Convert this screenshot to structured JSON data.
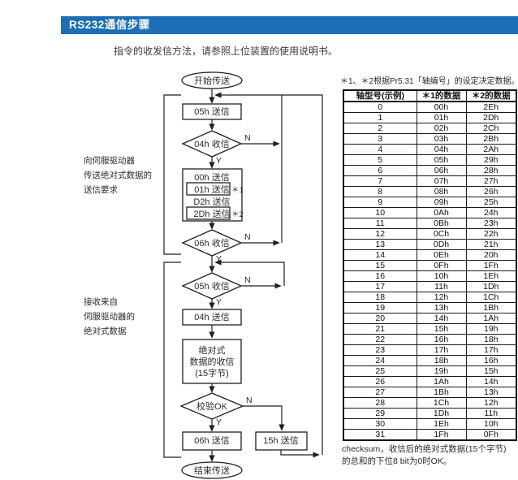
{
  "header": {
    "title": "RS232通信步骤",
    "subtitle": "指令的收发信方法，请参照上位装置的使用说明书。"
  },
  "colors": {
    "accent_blue": "#1c6fb5",
    "line_black": "#1f1f1f"
  },
  "flowchart": {
    "start": "开始传送",
    "send_05h": "05h 送信",
    "recv_04h": "04h 收信",
    "cmd_line1": "00h 送信",
    "cmd_line2": "01h 送信",
    "cmd_line2_note": "＊1",
    "cmd_line3": "D2h 送信",
    "cmd_line4": "2Dh 送信",
    "cmd_line4_note": "＊2",
    "recv_06h": "06h 收信",
    "recv_05h": "05h 收信",
    "send_04h": "04h 送信",
    "recv_data_line1": "绝对式",
    "recv_data_line2": "数据的收信",
    "recv_data_line3": "(15字节)",
    "check_ok": "校验OK",
    "send_06h": "06h 送信",
    "send_15h": "15h 送信",
    "end": "结束传送",
    "label_no": "N",
    "label_yes": "Y",
    "section1_label": [
      "向伺服驱动器",
      "传送绝对式数据的",
      "送信要求"
    ],
    "section2_label": [
      "接收来自",
      "伺服驱动器的",
      "绝对式数据"
    ]
  },
  "table": {
    "note": "＊1、＊2根据Pr5.31「轴编号」的设定决定数据。",
    "headers": [
      "轴型号(示例)",
      "＊1的数据",
      "＊2的数据"
    ],
    "rows": [
      [
        "0",
        "00h",
        "2Eh"
      ],
      [
        "1",
        "01h",
        "2Dh"
      ],
      [
        "2",
        "02h",
        "2Ch"
      ],
      [
        "3",
        "03h",
        "2Bh"
      ],
      [
        "4",
        "04h",
        "2Ah"
      ],
      [
        "5",
        "05h",
        "29h"
      ],
      [
        "6",
        "06h",
        "28h"
      ],
      [
        "7",
        "07h",
        "27h"
      ],
      [
        "8",
        "08h",
        "26h"
      ],
      [
        "9",
        "09h",
        "25h"
      ],
      [
        "10",
        "0Ah",
        "24h"
      ],
      [
        "11",
        "0Bh",
        "23h"
      ],
      [
        "12",
        "0Ch",
        "22h"
      ],
      [
        "13",
        "0Dh",
        "21h"
      ],
      [
        "14",
        "0Eh",
        "20h"
      ],
      [
        "15",
        "0Fh",
        "1Fh"
      ],
      [
        "16",
        "10h",
        "1Eh"
      ],
      [
        "17",
        "11h",
        "1Dh"
      ],
      [
        "18",
        "12h",
        "1Ch"
      ],
      [
        "19",
        "13h",
        "1Bh"
      ],
      [
        "20",
        "14h",
        "1Ah"
      ],
      [
        "21",
        "15h",
        "19h"
      ],
      [
        "22",
        "16h",
        "18h"
      ],
      [
        "23",
        "17h",
        "17h"
      ],
      [
        "24",
        "18h",
        "16h"
      ],
      [
        "25",
        "19h",
        "15h"
      ],
      [
        "26",
        "1Ah",
        "14h"
      ],
      [
        "27",
        "1Bh",
        "13h"
      ],
      [
        "28",
        "1Ch",
        "12h"
      ],
      [
        "29",
        "1Dh",
        "11h"
      ],
      [
        "30",
        "1Eh",
        "10h"
      ],
      [
        "31",
        "1Fh",
        "0Fh"
      ]
    ],
    "footnote_line1": "checksum，收信后的绝对式数据(15个字节)",
    "footnote_line2": "的总和的下位8 bit为0时OK。"
  }
}
